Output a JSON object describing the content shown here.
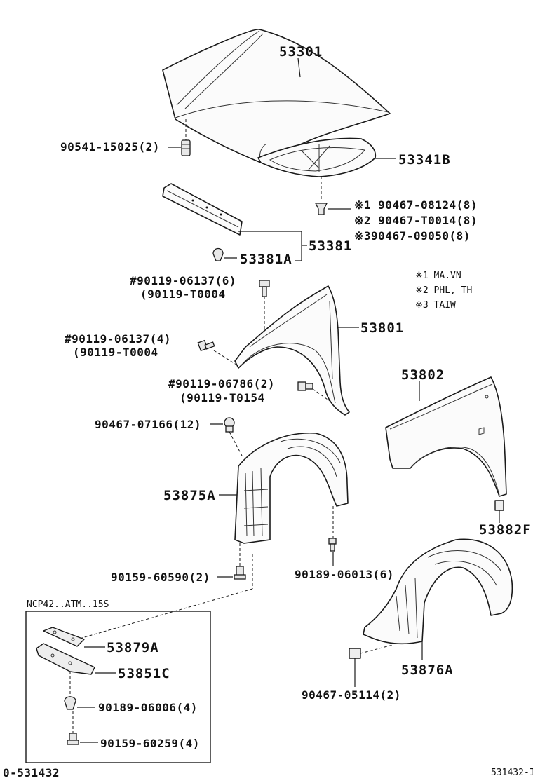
{
  "labels": {
    "hood": "53301",
    "hood_stop": "90541-15025(2)",
    "hood_insulator": "53341B",
    "clip1": "※1 90467-08124(8)",
    "clip2": "※2 90467-T0014(8)",
    "clip3": "※390467-09050(8)",
    "seal_main": "53381",
    "seal_sub": "53381A",
    "bolt_a1": "#90119-06137(6)",
    "bolt_a2": "(90119-T0004",
    "bolt_b1": "#90119-06137(4)",
    "bolt_b2": "(90119-T0004",
    "bolt_c1": "#90119-06786(2)",
    "bolt_c2": "(90119-T0154",
    "fender_left": "53801",
    "fender_right": "53802",
    "clip_liner": "90467-07166(12)",
    "liner_left": "53875A",
    "fender_seal": "53882F",
    "screw_left": "90159-60590(2)",
    "screw_mid": "90189-06013(6)",
    "liner_right": "53876A",
    "clip_bottom": "90467-05114(2)",
    "inset_title": "NCP42..ATM..15S",
    "inset_p1": "53879A",
    "inset_p2": "53851C",
    "inset_p3": "90189-06006(4)",
    "inset_p4": "90159-60259(4)",
    "footer_left": "0-531432",
    "footer_right": "531432-I"
  },
  "legend": [
    "※1 MA.VN",
    "※2 PHL, TH",
    "※3 TAIW"
  ]
}
